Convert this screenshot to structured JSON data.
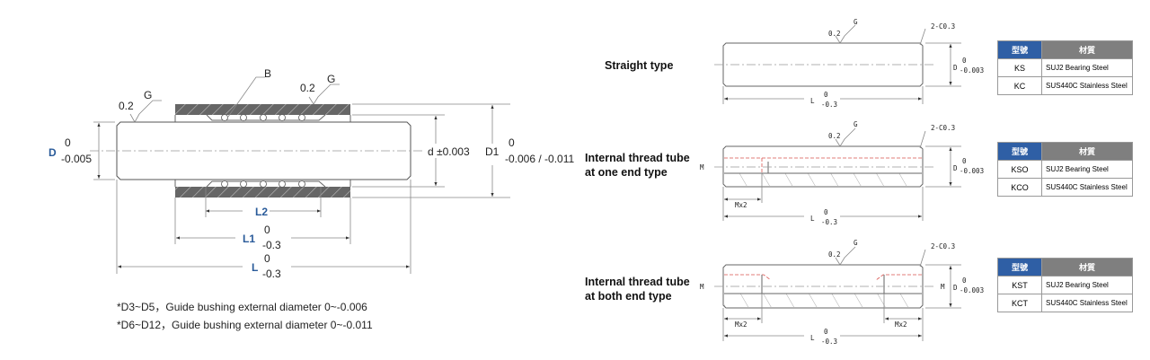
{
  "left_figure": {
    "g_label_left": "G",
    "roughness_left": "0.2",
    "b_label": "B",
    "g_label_right": "G",
    "roughness_right": "0.2",
    "d_label": "D",
    "d_tol_upper": "0",
    "d_tol_lower": "-0.005",
    "inner_d_label": "d ±0.003",
    "d1_label": "D1",
    "d1_tol_upper": "0",
    "d1_tol_lower": "-0.006 / -0.011",
    "l2_label": "L2",
    "l1_label": "L1",
    "l1_tol_upper": "0",
    "l1_tol_lower": "-0.3",
    "l_label": "L",
    "l_tol_upper": "0",
    "l_tol_lower": "-0.3",
    "notes": [
      "*D3~D5，Guide bushing external diameter 0~-0.006",
      "*D6~D12，Guide bushing external diameter 0~-0.011"
    ]
  },
  "types": [
    {
      "title": [
        "Straight type"
      ],
      "roughness": "0.2",
      "g": "G",
      "chamfer": "2-C0.3",
      "d": "D",
      "d_upper": "0",
      "d_lower": "-0.003",
      "l": "L",
      "l_upper": "0",
      "l_lower": "-0.3",
      "table": {
        "headers": [
          "型號",
          "材質"
        ],
        "rows": [
          [
            "KS",
            "SUJ2  Bearing Steel"
          ],
          [
            "KC",
            "SUS440C  Stainless Steel"
          ]
        ]
      }
    },
    {
      "title": [
        "Internal thread tube",
        "at one end type"
      ],
      "roughness": "0.2",
      "g": "G",
      "chamfer": "2-C0.3",
      "m": "M",
      "mx2": "Mx2",
      "d": "D",
      "d_upper": "0",
      "d_lower": "-0.003",
      "l": "L",
      "l_upper": "0",
      "l_lower": "-0.3",
      "table": {
        "headers": [
          "型號",
          "材質"
        ],
        "rows": [
          [
            "KSO",
            "SUJ2  Bearing Steel"
          ],
          [
            "KCO",
            "SUS440C  Stainless Steel"
          ]
        ]
      }
    },
    {
      "title": [
        "Internal thread tube",
        "at both end type"
      ],
      "roughness": "0.2",
      "g": "G",
      "chamfer": "2-C0.3",
      "m": "M",
      "m_right": "M",
      "mx2": "Mx2",
      "mx2_right": "Mx2",
      "d": "D",
      "d_upper": "0",
      "d_lower": "-0.003",
      "l": "L",
      "l_upper": "0",
      "l_lower": "-0.3",
      "table": {
        "headers": [
          "型號",
          "材質"
        ],
        "rows": [
          [
            "KST",
            "SUJ2  Bearing Steel"
          ],
          [
            "KCT",
            "SUS440C  Stainless Steel"
          ]
        ]
      }
    }
  ]
}
